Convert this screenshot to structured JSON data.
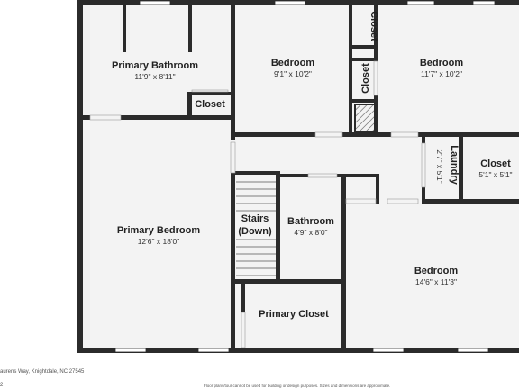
{
  "floor_plan": {
    "rooms": {
      "primary_bathroom": {
        "name": "Primary Bathroom",
        "dims": "11'9\" x 8'11\""
      },
      "bath_closet": {
        "name": "Closet"
      },
      "bedroom_2": {
        "name": "Bedroom",
        "dims": "9'1\" x 10'2\""
      },
      "closet_upper": {
        "name": "Closet"
      },
      "closet_lower": {
        "name": "Closet"
      },
      "bedroom_3": {
        "name": "Bedroom",
        "dims": "11'7\" x 10'2\""
      },
      "laundry": {
        "name": "Laundry",
        "dims": "2'7\" x 5'1\""
      },
      "closet_right": {
        "name": "Closet",
        "dims": "5'1\" x 5'1\""
      },
      "primary_bedroom": {
        "name": "Primary Bedroom",
        "dims": "12'6\" x 18'0\""
      },
      "stairs": {
        "line1": "Stairs",
        "line2": "(Down)"
      },
      "bathroom": {
        "name": "Bathroom",
        "dims": "4'9\" x 8'0\""
      },
      "bedroom_4": {
        "name": "Bedroom",
        "dims": "14'6\" x 11'3\""
      },
      "primary_closet": {
        "name": "Primary Closet"
      }
    },
    "colors": {
      "wall": "#2b2b2b",
      "floor": "#f3f3f3",
      "window": "#ffffff",
      "hatch": "#555555"
    }
  },
  "footer": {
    "address": "aurens Way, Knightdale, NC 27545",
    "page": "2",
    "disclaimer": "Floor plans/tour cannot be used for building or design purposes. Sizes and dimensions are approximate."
  }
}
